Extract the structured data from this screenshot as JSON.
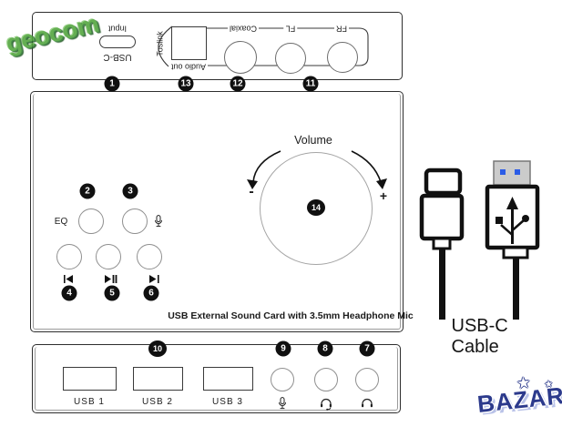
{
  "branding": {
    "geocom": "geocom",
    "bazar": "BAZAR",
    "star": "★"
  },
  "top_panel": {
    "input": "Input",
    "usb_c": "USB-C",
    "toslink": "Toslink",
    "audio_out": "Audio out",
    "coaxial": "Coaxial",
    "fl": "FL",
    "fr": "FR"
  },
  "main_panel": {
    "eq": "EQ",
    "volume": "Volume",
    "minus": "-",
    "plus": "+",
    "caption": "USB External Sound Card with 3.5mm Headphone Mic"
  },
  "bottom_panel": {
    "usb1": "USB 1",
    "usb2": "USB 2",
    "usb3": "USB 3"
  },
  "cable": {
    "label": "USB-C Cable"
  },
  "callouts": {
    "n1": "1",
    "n2": "2",
    "n3": "3",
    "n4": "4",
    "n5": "5",
    "n6": "6",
    "n7": "7",
    "n8": "8",
    "n9": "9",
    "n10": "10",
    "n11": "11",
    "n12": "12",
    "n13": "13",
    "n14": "14"
  },
  "icons": [
    "mic-icon",
    "previous-track-icon",
    "play-pause-icon",
    "next-track-icon",
    "headset-icon",
    "headphones-icon",
    "usb-trident-icon",
    "volume-decrease-arrow-icon",
    "volume-increase-arrow-icon"
  ],
  "colors": {
    "line": "#2e2e2e",
    "accent_blue": "#2b5ce6",
    "watermark_green": "#4fa33b",
    "logo_navy": "#2c3a8c"
  }
}
